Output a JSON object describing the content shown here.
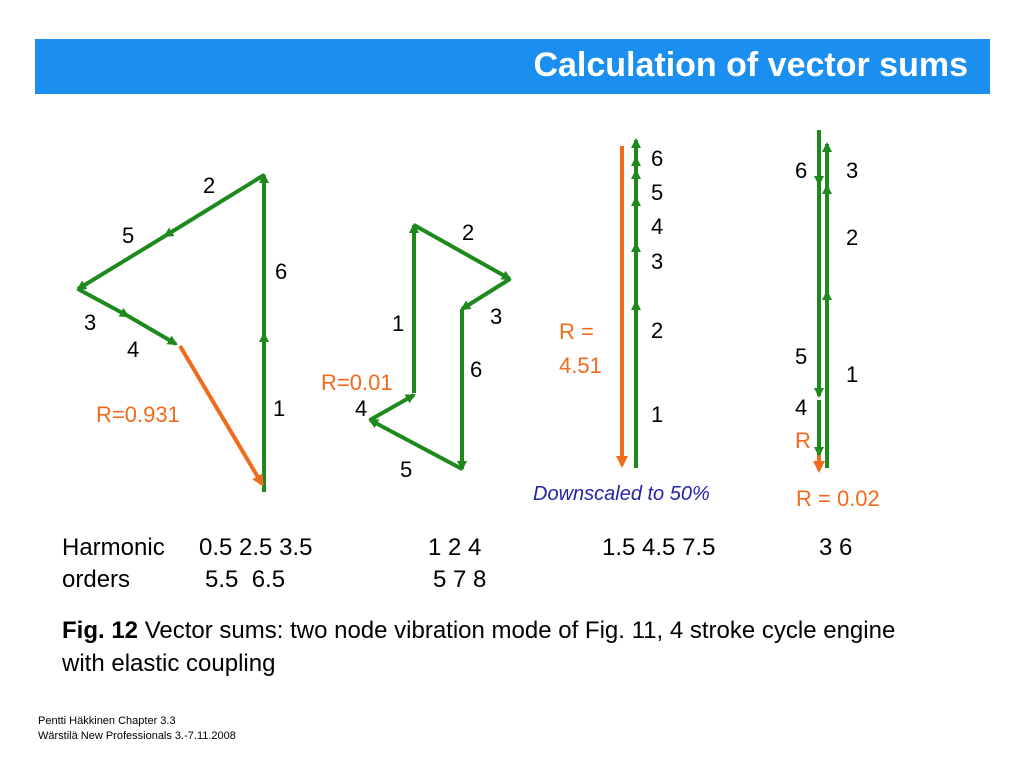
{
  "title": "Calculation of vector sums",
  "diagrams": [
    {
      "vector_labels": [
        "2",
        "5",
        "6",
        "3",
        "4",
        "1"
      ],
      "result": "R=0.931"
    },
    {
      "vector_labels": [
        "2",
        "1",
        "3",
        "6",
        "4",
        "5"
      ],
      "result": "R=0.01"
    },
    {
      "vector_labels": [
        "6",
        "5",
        "4",
        "3",
        "2",
        "1"
      ],
      "result_line1": "R =",
      "result_line2": "4.51",
      "note": "Downscaled to 50%"
    },
    {
      "vector_labels": [
        "6",
        "3",
        "2",
        "5",
        "1",
        "4"
      ],
      "result_short": "R",
      "result": "R = 0.02"
    }
  ],
  "harmonic": {
    "label_line1": "Harmonic",
    "label_line2": "orders",
    "groups_line1": [
      "0.5 2.5 3.5",
      "1 2 4",
      "1.5 4.5 7.5",
      "3 6"
    ],
    "groups_line2": [
      "5.5  6.5",
      "5 7 8"
    ]
  },
  "caption": {
    "fig": "Fig. 12",
    "text": " Vector sums: two node vibration mode of Fig. 11, 4 stroke cycle engine with elastic coupling"
  },
  "footer": {
    "line1": "Pentti Häkkinen Chapter 3.3",
    "line2": "Wärstilä New Professionals 3.-7.11.2008"
  },
  "colors": {
    "title_bar": "#1a8fef",
    "vector": "#1e8a1e",
    "result": "#f26b1d",
    "note": "#2424a8"
  }
}
